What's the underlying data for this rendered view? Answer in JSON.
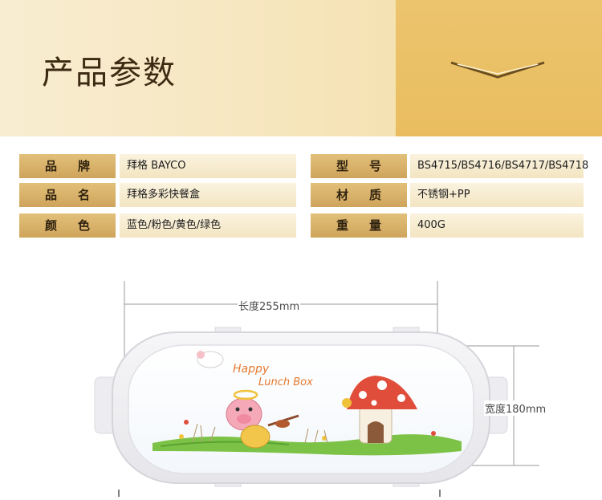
{
  "header": {
    "title": "产品参数"
  },
  "specs": [
    {
      "label": "品牌",
      "value": "拜格 BAYCO"
    },
    {
      "label": "品名",
      "value": "拜格多彩快餐盒"
    },
    {
      "label": "颜色",
      "value": "蓝色/粉色/黄色/绿色"
    },
    {
      "label": "型号",
      "value": "BS4715/BS4716/BS4717/BS4718"
    },
    {
      "label": "材质",
      "value": "不锈钢+PP"
    },
    {
      "label": "重量",
      "value": "400G"
    }
  ],
  "product": {
    "length_label": "长度255mm",
    "width_label": "宽度180mm",
    "lid_brand_line1": "Happy",
    "lid_brand_line2": "Lunch Box"
  }
}
